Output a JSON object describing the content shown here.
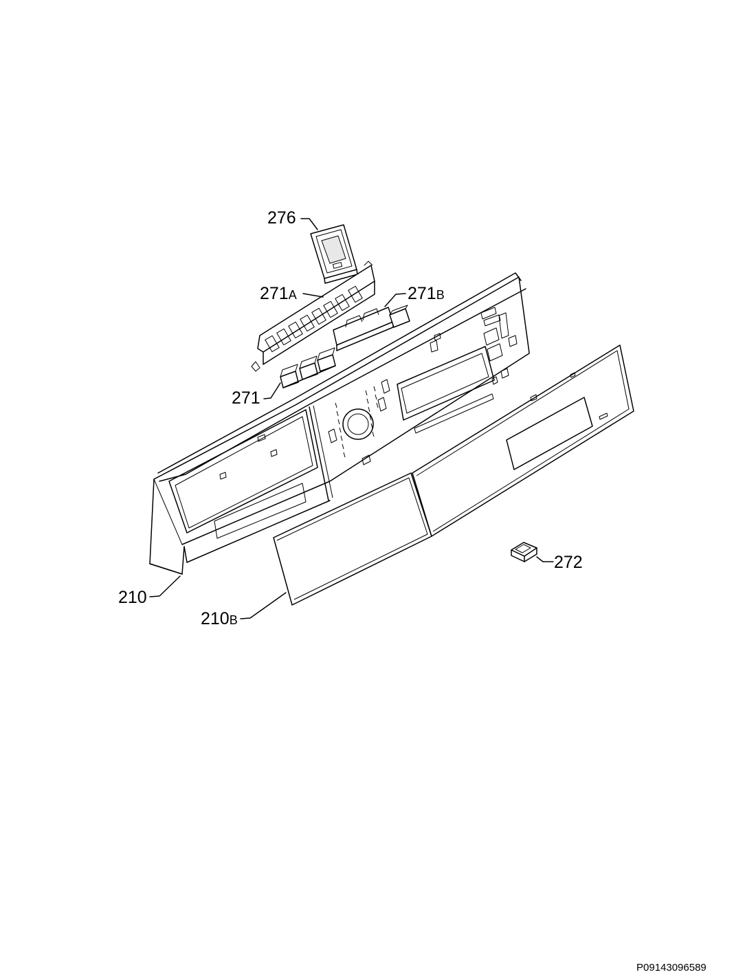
{
  "diagram": {
    "labels": {
      "p276": "276",
      "p271A_num": "271",
      "p271A_suffix": "A",
      "p271B_num": "271",
      "p271B_suffix": "B",
      "p271": "271",
      "p210": "210",
      "p210B_num": "210",
      "p210B_suffix": "B",
      "p272": "272"
    },
    "drawing_code": "P09143096589"
  }
}
